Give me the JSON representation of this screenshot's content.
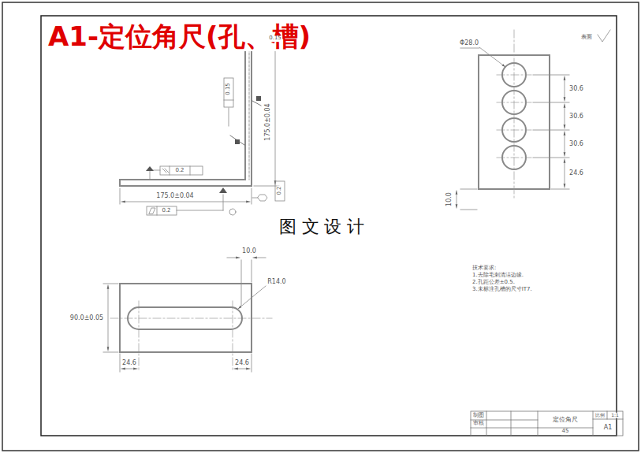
{
  "diagram": {
    "title": "A1-定位角尺(孔、槽)",
    "labels": [
      "0.15",
      "0.15",
      "175.0±0.04",
      "0.2",
      "175.0±0.04",
      "0.2",
      "0.2",
      "图 文 设 计",
      "表面",
      "Φ28.0",
      "30.6",
      "30.6",
      "30.6",
      "24.6",
      "10.0",
      "10.0",
      "R14.0",
      "90.0±0.05",
      "24.6",
      "24.6",
      "技术要求:",
      "1.去除毛刺清洁边缘.",
      "2.孔距公差±0.5.",
      "3.未标注孔槽的尺寸IT7.",
      "制图",
      "审核",
      "定位角尺",
      "比例",
      "1:1",
      "45",
      "A1"
    ]
  }
}
